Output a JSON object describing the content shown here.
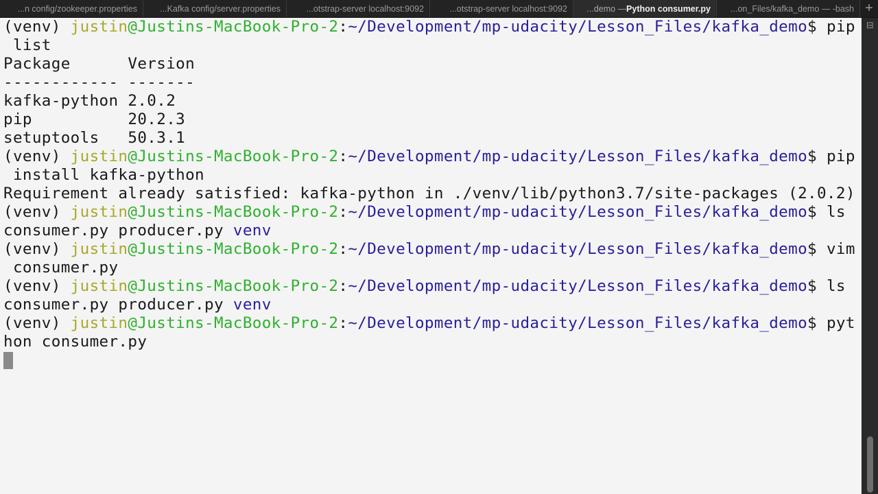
{
  "tabs": [
    {
      "label": "...n config/zookeeper.properties",
      "active": false
    },
    {
      "label": "...Kafka config/server.properties",
      "active": false
    },
    {
      "label": "...otstrap-server localhost:9092",
      "active": false
    },
    {
      "label": "...otstrap-server localhost:9092",
      "active": false
    },
    {
      "label_dim": "...demo — ",
      "label_strong": "Python consumer.py",
      "active": true
    },
    {
      "label": "...on_Files/kafka_demo — -bash",
      "active": false
    }
  ],
  "new_tab_label": "+",
  "prompt": {
    "venv": "(venv) ",
    "user": "justin",
    "at_host": "@Justins-MacBook-Pro-2",
    "colon": ":",
    "path": "~/Development/mp-udacity/Lesson_Files/kafka_demo",
    "dollar": "$ "
  },
  "terminal": {
    "cmd1_part1": "pip",
    "cmd1_part2": " list",
    "pkg_header": "Package      Version",
    "pkg_rule": "------------ -------",
    "packages": [
      {
        "row": "kafka-python 2.0.2"
      },
      {
        "row": "pip          20.2.3"
      },
      {
        "row": "setuptools   50.3.1"
      }
    ],
    "cmd2_part1": "pip",
    "cmd2_part2": " install kafka-python",
    "req_output": "Requirement already satisfied: kafka-python in ./venv/lib/python3.7/site-packages (2.0.2)",
    "cmd3": "ls",
    "ls_output_files": "consumer.py producer.py ",
    "ls_output_dir": "venv",
    "cmd4_part1": "vim",
    "cmd4_part2": " consumer.py",
    "cmd5": "ls",
    "ls2_output_files": "consumer.py producer.py ",
    "ls2_output_dir": "venv",
    "cmd6_part1": "pyt",
    "cmd6_part2": "hon consumer.py"
  },
  "scrollbar_icon": "⊟",
  "colors": {
    "background": "#f4f4f4",
    "user": "#a8a82a",
    "host": "#2fb02f",
    "path": "#2a1f9a",
    "tabbar": "#1e1e1e"
  }
}
